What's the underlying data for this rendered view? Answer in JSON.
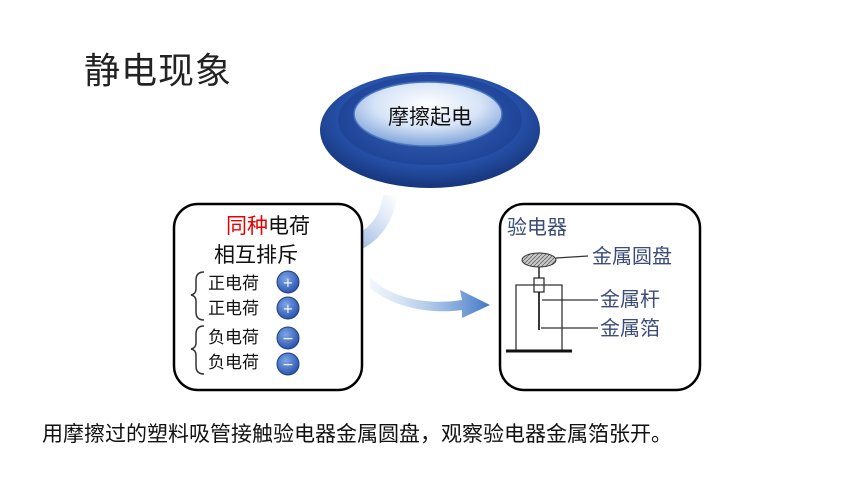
{
  "title": "静电现象",
  "center_node": {
    "label": "摩擦起电"
  },
  "left_box": {
    "line1_red": "同种",
    "line1_black": "电荷",
    "line2": "相互排斥",
    "positive": {
      "items": [
        "正电荷",
        "正电荷"
      ],
      "sign": "+"
    },
    "negative": {
      "items": [
        "负电荷",
        "负电荷"
      ],
      "sign": "−"
    }
  },
  "right_box": {
    "title": "验电器",
    "labels": {
      "disk": "金属圆盘",
      "rod": "金属杆",
      "foil": "金属箔"
    }
  },
  "caption": "用摩擦过的塑料吸管接触验电器金属圆盘，观察验电器金属箔张开。",
  "colors": {
    "red": "#e60000",
    "blue_dark": "#1f3f8f",
    "blue_light": "#6fa3e0",
    "label_blue": "#3b4c7a"
  }
}
